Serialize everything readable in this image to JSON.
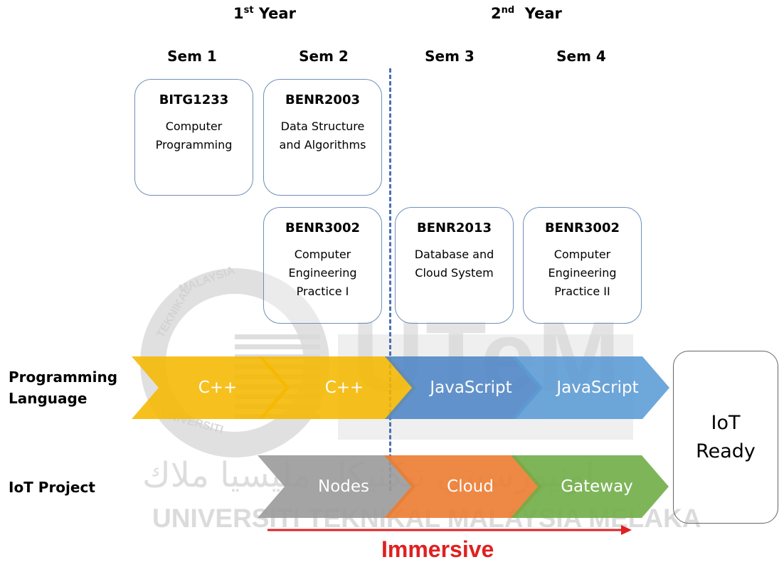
{
  "years": [
    {
      "label": "1",
      "sup": "st",
      "suffix": " Year"
    },
    {
      "label": "2",
      "sup": "nd",
      "suffix": "  Year"
    }
  ],
  "semesters": [
    "Sem 1",
    "Sem 2",
    "Sem 3",
    "Sem 4"
  ],
  "courses": [
    {
      "code": "BITG1233",
      "name": "Computer Programming"
    },
    {
      "code": "BENR2003",
      "name": "Data Structure and Algorithms"
    },
    {
      "code": "BENR3002",
      "name": "Computer Engineering Practice I"
    },
    {
      "code": "BENR2013",
      "name": "Database and Cloud System"
    },
    {
      "code": "BENR3002",
      "name": "Computer Engineering Practice II"
    }
  ],
  "rows": {
    "programming": "Programming Language",
    "iot": "IoT Project"
  },
  "programming_arrows": [
    {
      "label": "C++",
      "color": "#f5b800"
    },
    {
      "label": "C++",
      "color": "#f5b800"
    },
    {
      "label": "JavaScript",
      "color": "#4f86c6"
    },
    {
      "label": "JavaScript",
      "color": "#5b9bd5"
    }
  ],
  "iot_arrows": [
    {
      "label": "Nodes",
      "color": "#9b9b9b"
    },
    {
      "label": "Cloud",
      "color": "#ed7d31"
    },
    {
      "label": "Gateway",
      "color": "#70ad47"
    }
  ],
  "outcome": "IoT\nReady",
  "immersive": "Immersive",
  "watermark": {
    "seal_text": "MALAYSIA",
    "seal_text_2": "TEKNIKAL",
    "seal_text_3": "UNIVERSITI",
    "brand": "UTeM",
    "arabic": "اونيورسيتي تيكنيكل مليسيا ملاك",
    "university": "UNIVERSITI TEKNIKAL MALAYSIA MELAKA"
  }
}
